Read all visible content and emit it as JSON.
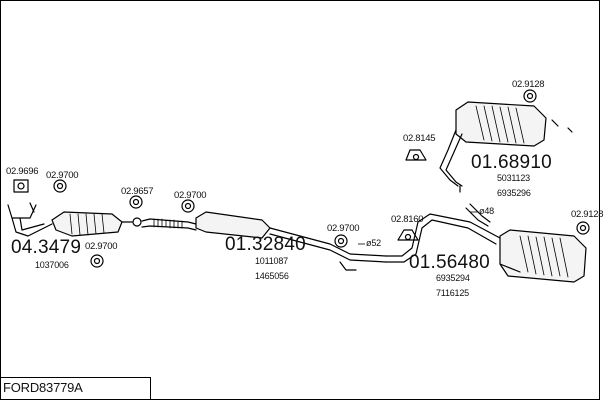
{
  "diagram": {
    "code": "FORD83779A",
    "parts": [
      {
        "number": "02.9696"
      },
      {
        "number": "02.9700"
      },
      {
        "number": "02.9657"
      },
      {
        "number": "02.9700"
      },
      {
        "number": "02.9700"
      },
      {
        "number": "02.9700"
      },
      {
        "number": "02.8160"
      },
      {
        "number": "02.8145"
      },
      {
        "number": "02.9128"
      },
      {
        "number": "02.9128"
      }
    ],
    "assemblies": [
      {
        "number": "04.3479",
        "refs": [
          "1037006"
        ]
      },
      {
        "number": "01.32840",
        "refs": [
          "1011087",
          "1465056"
        ]
      },
      {
        "number": "01.56480",
        "refs": [
          "6935294",
          "7116125"
        ]
      },
      {
        "number": "01.68910",
        "refs": [
          "5031123",
          "6935296"
        ]
      }
    ],
    "lengths": [
      "52",
      "48"
    ]
  }
}
